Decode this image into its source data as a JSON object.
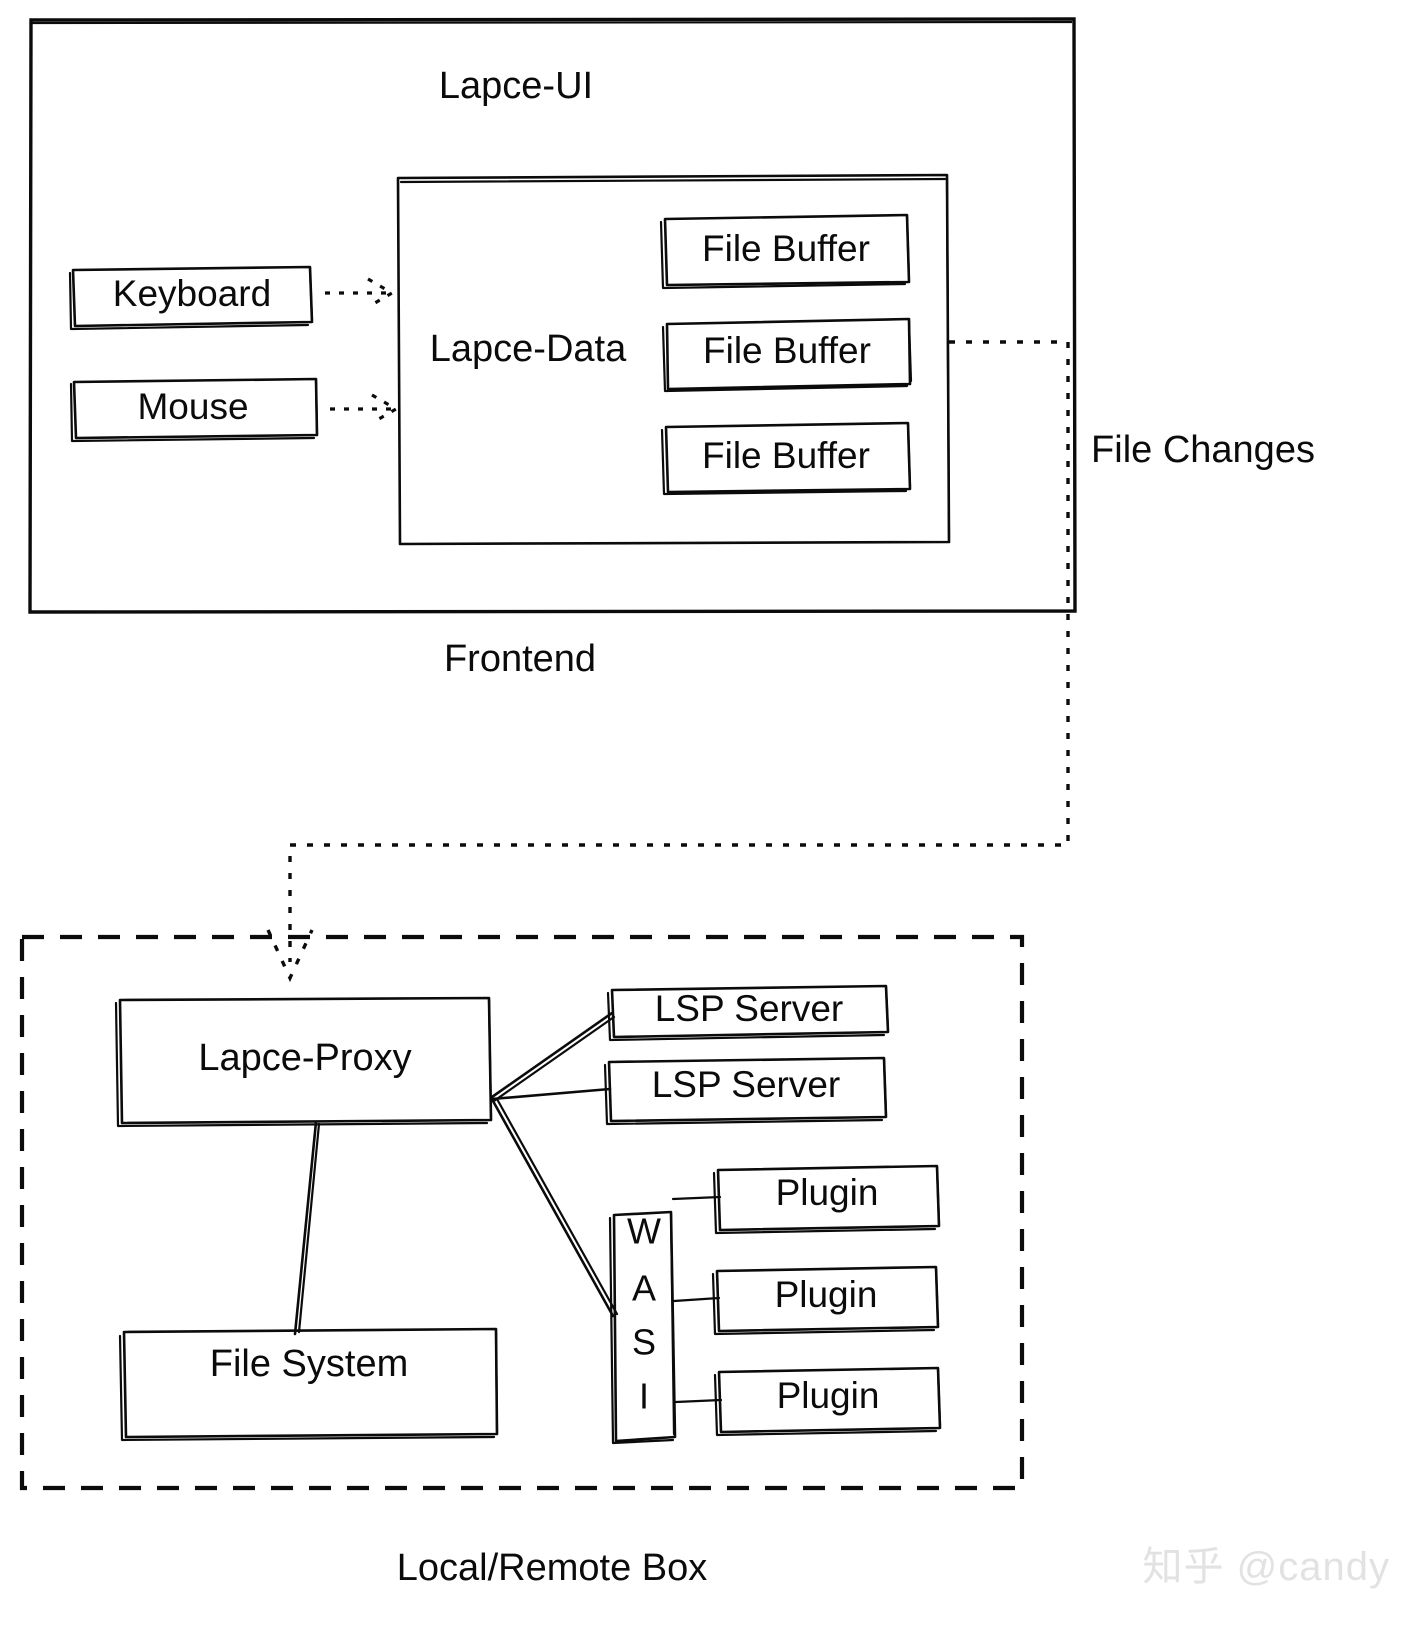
{
  "diagram": {
    "title_visible": false,
    "frontend": {
      "outer_label": "Lapce-UI",
      "caption": "Frontend",
      "inner_label": "Lapce-Data",
      "inputs": [
        {
          "label": "Keyboard",
          "name": "keyboard-box"
        },
        {
          "label": "Mouse",
          "name": "mouse-box"
        }
      ],
      "buffers": [
        {
          "label": "File Buffer"
        },
        {
          "label": "File Buffer"
        },
        {
          "label": "File Buffer"
        }
      ]
    },
    "connector": {
      "label": "File Changes"
    },
    "backend": {
      "caption": "Local/Remote Box",
      "proxy_label": "Lapce-Proxy",
      "filesystem_label": "File System",
      "wasi_label": "WASI",
      "wasi_letters": [
        "W",
        "A",
        "S",
        "I"
      ],
      "lsp_servers": [
        {
          "label": "LSP Server"
        },
        {
          "label": "LSP Server"
        }
      ],
      "plugins": [
        {
          "label": "Plugin"
        },
        {
          "label": "Plugin"
        },
        {
          "label": "Plugin"
        }
      ]
    },
    "watermark": "知乎 @candy",
    "colors": {
      "ink": "#0b0b0b",
      "paper": "#ffffff",
      "watermark": "#e2e2e2"
    }
  }
}
